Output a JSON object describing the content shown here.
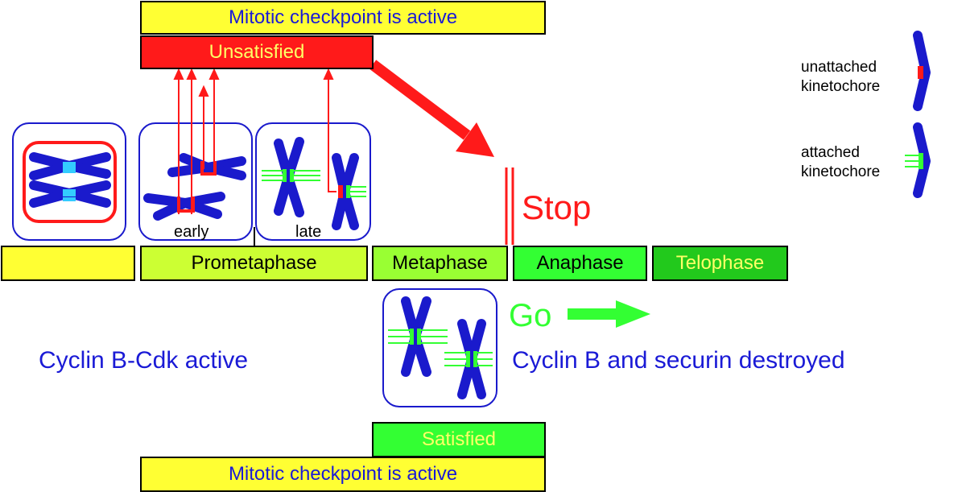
{
  "colors": {
    "yellow": "#ffff33",
    "red": "#ff1a1a",
    "blue_text": "#1a1ad6",
    "chromosome": "#1a1acc",
    "phase_pro": "#ccff33",
    "phase_meta": "#99ff33",
    "phase_ana": "#33ff33",
    "phase_telo": "#22c91c",
    "go_green": "#33ff33",
    "telophase_text": "#ffff66"
  },
  "top": {
    "checkpoint_label": "Mitotic checkpoint is active",
    "unsatisfied_label": "Unsatisfied"
  },
  "cells": {
    "early_label": "early",
    "late_label": "late"
  },
  "stop_label": "Stop",
  "go_label": "Go",
  "phases": {
    "prophase": "",
    "prometaphase": "Prometaphase",
    "metaphase": "Metaphase",
    "anaphase": "Anaphase",
    "telophase": "Telophase"
  },
  "left_text": "Cyclin B-Cdk active",
  "right_text": "Cyclin B and securin destroyed",
  "bottom": {
    "satisfied_label": "Satisfied",
    "checkpoint_label": "Mitotic checkpoint is active"
  },
  "legend": {
    "unattached": [
      "unattached",
      "kinetochore"
    ],
    "attached": [
      "attached",
      "kinetochore"
    ]
  }
}
